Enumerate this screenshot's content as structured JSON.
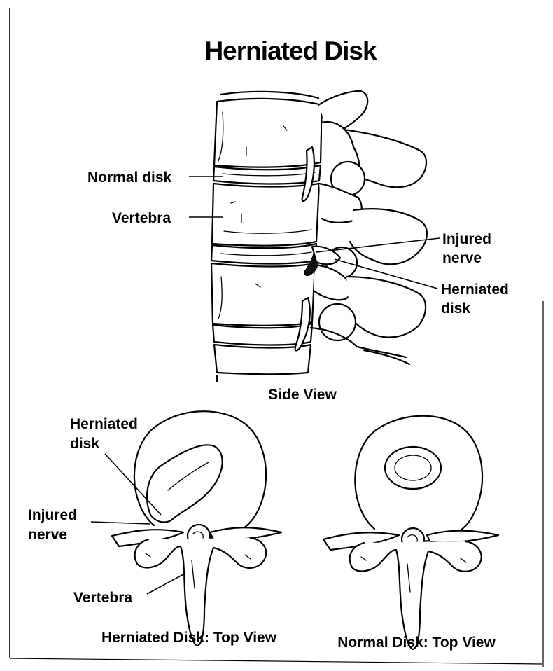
{
  "title": "Herniated Disk",
  "side_view": {
    "caption": "Side View",
    "labels": {
      "normal_disk": "Normal disk",
      "vertebra": "Vertebra",
      "injured_nerve_line1": "Injured",
      "injured_nerve_line2": "nerve",
      "herniated_disk_line1": "Herniated",
      "herniated_disk_line2": "disk"
    }
  },
  "herniated_top_view": {
    "caption": "Herniated Disk: Top View",
    "labels": {
      "herniated_disk_line1": "Herniated",
      "herniated_disk_line2": "disk",
      "injured_nerve_line1": "Injured",
      "injured_nerve_line2": "nerve",
      "vertebra": "Vertebra"
    }
  },
  "normal_top_view": {
    "caption": "Normal Disk: Top View"
  }
}
